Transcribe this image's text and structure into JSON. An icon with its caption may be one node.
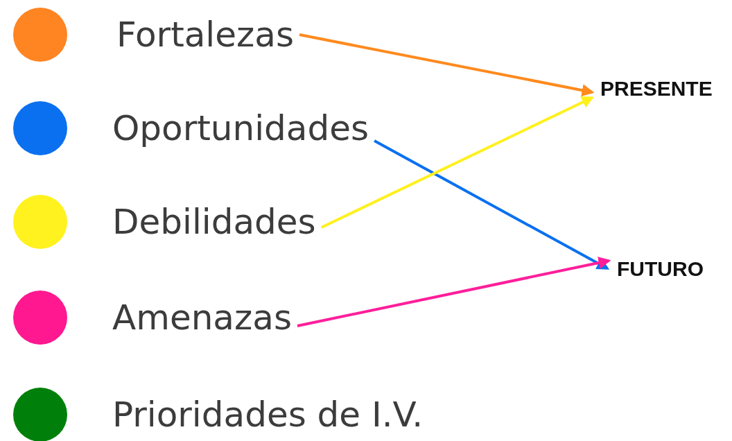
{
  "diagram": {
    "nodes": [
      {
        "text": [
          "Fortalezas"
        ]
      },
      {
        "text": [
          "Oportunidades"
        ]
      },
      {
        "text": [
          "Debilidades"
        ]
      },
      {
        "text": [
          "Amenazas"
        ]
      },
      {
        "text": [
          "Prioridades de I.V."
        ]
      },
      {
        "text": [
          "PRESENTE"
        ]
      },
      {
        "text": [
          "FUTURO"
        ]
      }
    ],
    "edges": [
      {
        "from": 0,
        "to": 5,
        "arrow": "to",
        "color": "#ff8a1e"
      },
      {
        "from": 1,
        "to": 6,
        "arrow": "to",
        "color": "#0a70f0"
      },
      {
        "from": 2,
        "to": 5,
        "arrow": "to",
        "color": "#fff01e"
      },
      {
        "from": 3,
        "to": 6,
        "arrow": "to",
        "color": "#ff1e9a"
      }
    ]
  }
}
